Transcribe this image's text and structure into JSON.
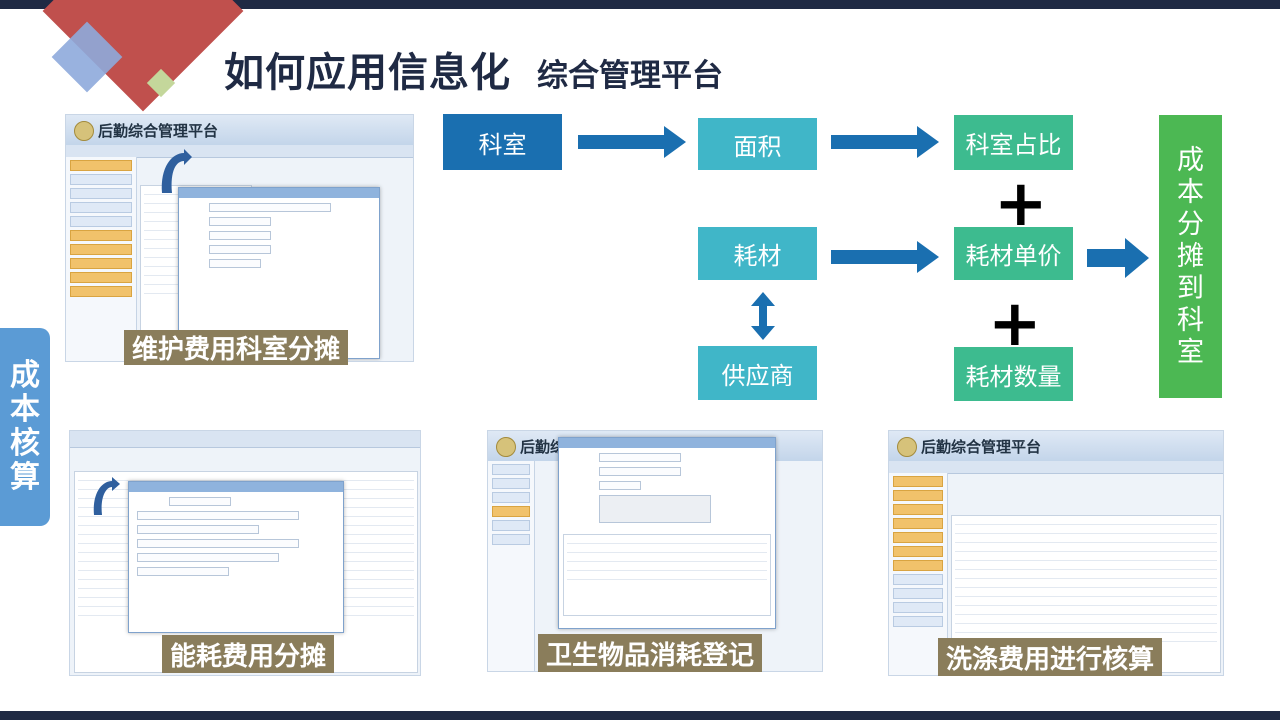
{
  "title": {
    "main": "如何应用信息化",
    "sub": "综合管理平台"
  },
  "side_tab": {
    "text": "成本核算",
    "chars": [
      "成",
      "本",
      "核",
      "算"
    ]
  },
  "flow": {
    "dept": "科室",
    "area": "面积",
    "dept_ratio": "科室占比",
    "material": "耗材",
    "unit_price": "耗材单价",
    "supplier": "供应商",
    "quantity": "耗材数量",
    "result": "成本分摊到科室",
    "result_chars": [
      "成",
      "本",
      "分",
      "摊",
      "到",
      "科",
      "室"
    ],
    "plus": "+"
  },
  "screens": {
    "maintenance": {
      "brand": "后勤综合管理平台",
      "caption": "维护费用科室分摊"
    },
    "energy": {
      "caption": "能耗费用分摊"
    },
    "hygiene": {
      "brand": "后勤综合管理平",
      "caption": "卫生物品消耗登记"
    },
    "laundry": {
      "brand": "后勤综合管理平台",
      "caption": "洗涤费用进行核算"
    }
  },
  "colors": {
    "dark_navy": "#1f2a44",
    "dark_blue_box": "#1a6fb0",
    "teal_box": "#40b6c8",
    "green_box": "#3dbb8f",
    "light_green_box": "#4cb853",
    "side_tab": "#5b9bd5",
    "caption_bg": "#8a7d5b",
    "arrow_blue": "#1a6fb0"
  }
}
